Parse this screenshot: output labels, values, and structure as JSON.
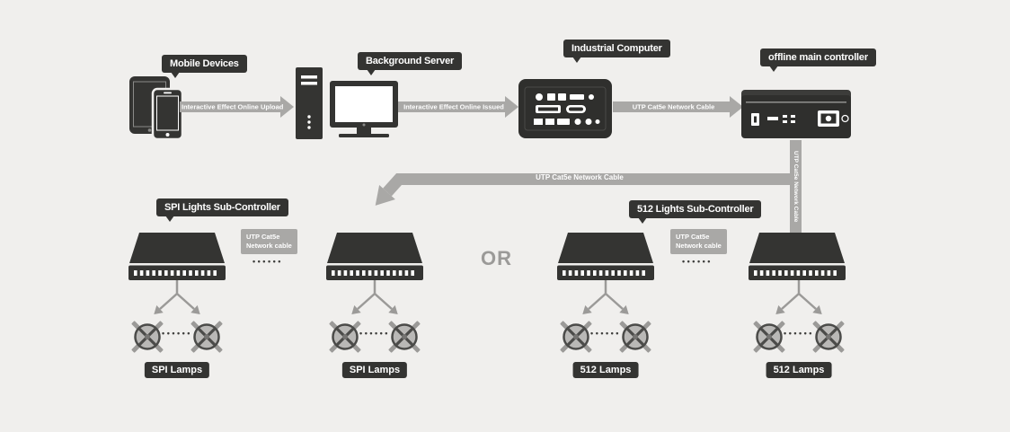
{
  "canvas": {
    "background": "#f0efed",
    "or_separator": "OR",
    "continuation_dots": "••••••",
    "lamp_dots": "••••••"
  },
  "labels": {
    "mobile_devices": "Mobile Devices",
    "background_server": "Background Server",
    "industrial_computer": "Industrial Computer",
    "offline_main_controller": "offline main controller",
    "spi_sub_controller": "SPI Lights Sub-Controller",
    "dmx512_sub_controller": "512 Lights Sub-Controller"
  },
  "cables": {
    "upload": "Interactive Effect Online Upload",
    "issued": "Interactive Effect Online Issued",
    "cat5e_top": "UTP Cat5e Network Cable",
    "cat5e_vertical": "UTP Cat5e Network Cable",
    "cat5e_branch": "UTP Cat5e Network Cable",
    "cat5e_short_line1": "UTP Cat5e",
    "cat5e_short_line2": "Network cable"
  },
  "lamp_labels": [
    "SPI Lamps",
    "SPI Lamps",
    "512 Lamps",
    "512 Lamps"
  ],
  "colors": {
    "node_dark": "#343432",
    "arrow_gray": "#a9a8a6",
    "accent_text": "#ffffff"
  }
}
